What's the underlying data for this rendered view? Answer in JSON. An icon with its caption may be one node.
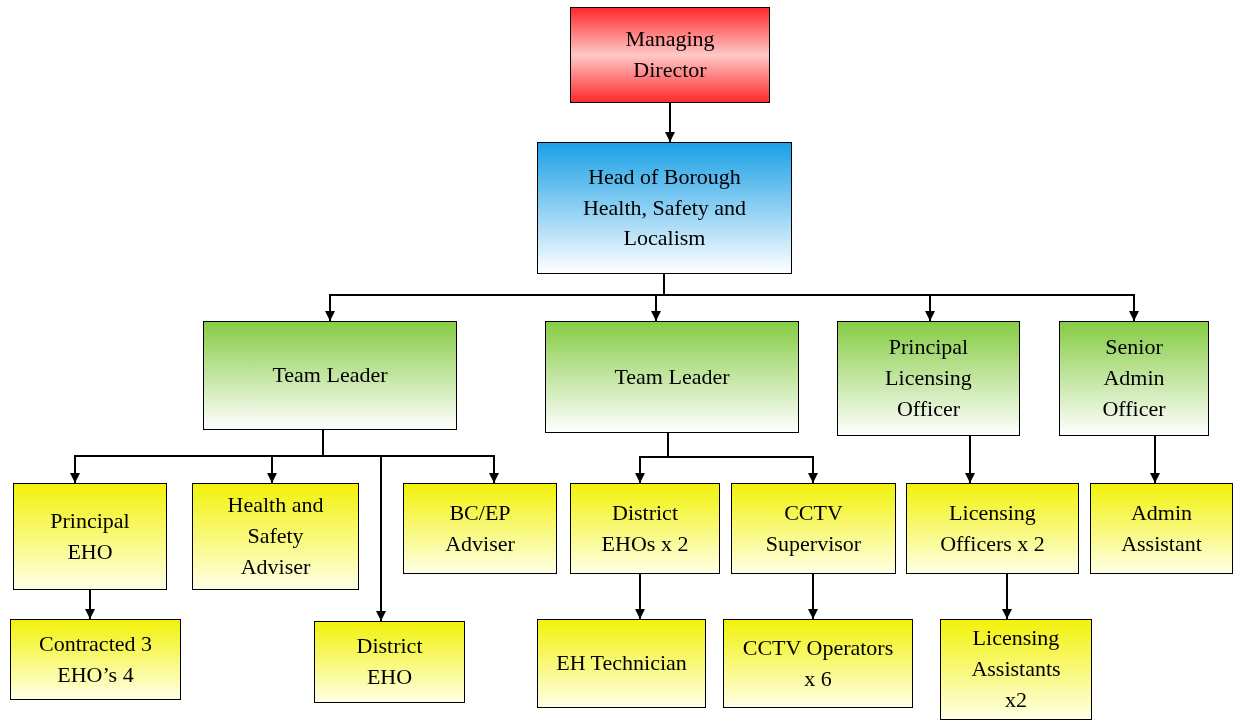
{
  "diagram": {
    "nodes": [
      {
        "text": [
          "Managing Director"
        ]
      },
      {
        "text": [
          "Head of Borough Health, Safety and Localism"
        ]
      },
      {
        "text": [
          "Team Leader"
        ]
      },
      {
        "text": [
          "Team Leader"
        ]
      },
      {
        "text": [
          "Principal Licensing Officer"
        ]
      },
      {
        "text": [
          "Senior Admin Officer"
        ]
      },
      {
        "text": [
          "Principal EHO"
        ]
      },
      {
        "text": [
          "Health and Safety Adviser"
        ]
      },
      {
        "text": [
          "BC/EP Adviser"
        ]
      },
      {
        "text": [
          "District EHOs x 2"
        ]
      },
      {
        "text": [
          "CCTV Supervisor"
        ]
      },
      {
        "text": [
          "Licensing Officers x 2"
        ]
      },
      {
        "text": [
          "Admin Assistant"
        ]
      },
      {
        "text": [
          "Contracted 3 EHO’s 4"
        ]
      },
      {
        "text": [
          "District EHO"
        ]
      },
      {
        "text": [
          "EH Technician"
        ]
      },
      {
        "text": [
          "CCTV Operators x 6"
        ]
      },
      {
        "text": [
          "Licensing Assistants x2"
        ]
      }
    ],
    "edges": [
      {
        "from": 0,
        "to": 1,
        "arrow": "to"
      },
      {
        "from": 1,
        "to": 2,
        "arrow": "to"
      },
      {
        "from": 1,
        "to": 3,
        "arrow": "to"
      },
      {
        "from": 1,
        "to": 4,
        "arrow": "to"
      },
      {
        "from": 1,
        "to": 5,
        "arrow": "to"
      },
      {
        "from": 2,
        "to": 6,
        "arrow": "to"
      },
      {
        "from": 2,
        "to": 7,
        "arrow": "to"
      },
      {
        "from": 2,
        "to": 14,
        "arrow": "to"
      },
      {
        "from": 2,
        "to": 8,
        "arrow": "to"
      },
      {
        "from": 3,
        "to": 9,
        "arrow": "to"
      },
      {
        "from": 3,
        "to": 10,
        "arrow": "to"
      },
      {
        "from": 4,
        "to": 11,
        "arrow": "to"
      },
      {
        "from": 5,
        "to": 12,
        "arrow": "to"
      },
      {
        "from": 6,
        "to": 13,
        "arrow": "to"
      },
      {
        "from": 9,
        "to": 15,
        "arrow": "to"
      },
      {
        "from": 10,
        "to": 16,
        "arrow": "to"
      },
      {
        "from": 11,
        "to": 17,
        "arrow": "to"
      }
    ]
  }
}
